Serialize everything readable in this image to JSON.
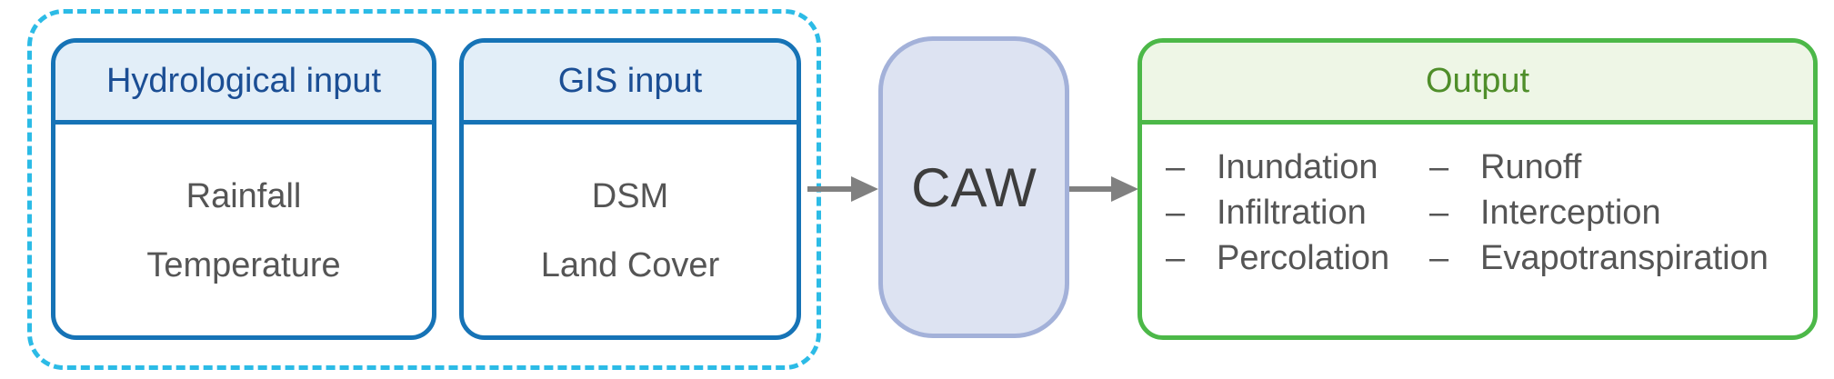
{
  "inputs": {
    "hydrological": {
      "title": "Hydrological input",
      "items": [
        "Rainfall",
        "Temperature"
      ]
    },
    "gis": {
      "title": "GIS input",
      "items": [
        "DSM",
        "Land Cover"
      ]
    }
  },
  "model": {
    "label": "CAW"
  },
  "output": {
    "title": "Output",
    "bullet": "–",
    "items": [
      "Inundation",
      "Runoff",
      "Infiltration",
      "Interception",
      "Percolation",
      "Evapotranspiration"
    ]
  },
  "colors": {
    "input_border": "#1673b6",
    "group_dashed": "#2cbbe6",
    "output_border": "#4cb848",
    "model_fill": "#dde3f2",
    "arrow": "#808080"
  }
}
